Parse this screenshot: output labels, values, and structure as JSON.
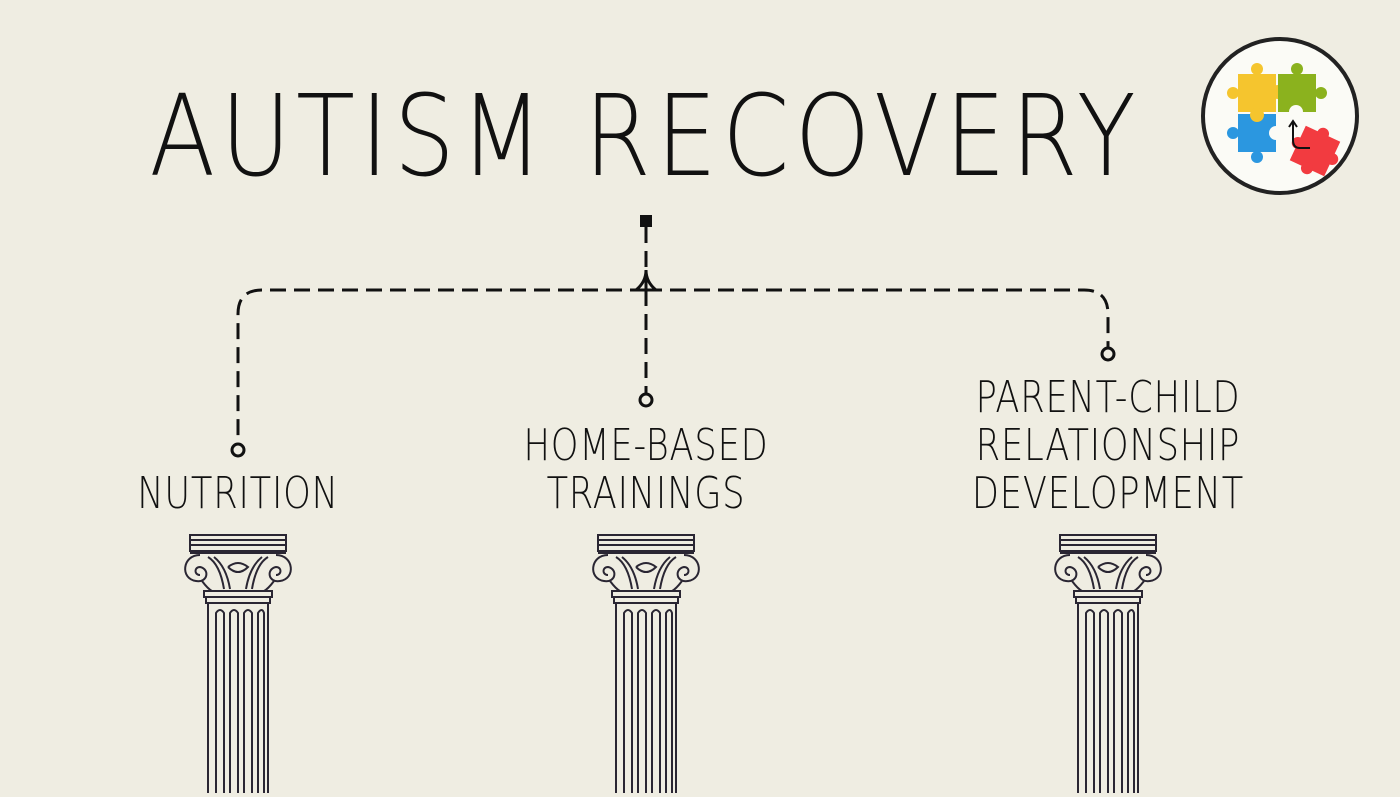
{
  "title": "AUTISM RECOVERY",
  "pillars": [
    {
      "lines": [
        "NUTRITION"
      ]
    },
    {
      "lines": [
        "HOME-BASED",
        "TRAININGS"
      ]
    },
    {
      "lines": [
        "PARENT-CHILD",
        "RELATIONSHIP",
        "DEVELOPMENT"
      ]
    }
  ],
  "colors": {
    "background": "#efede2",
    "ink": "#111111",
    "yellow": "#f5c52e",
    "green": "#8bb21e",
    "blue": "#2b97e0",
    "red": "#f23b40"
  }
}
